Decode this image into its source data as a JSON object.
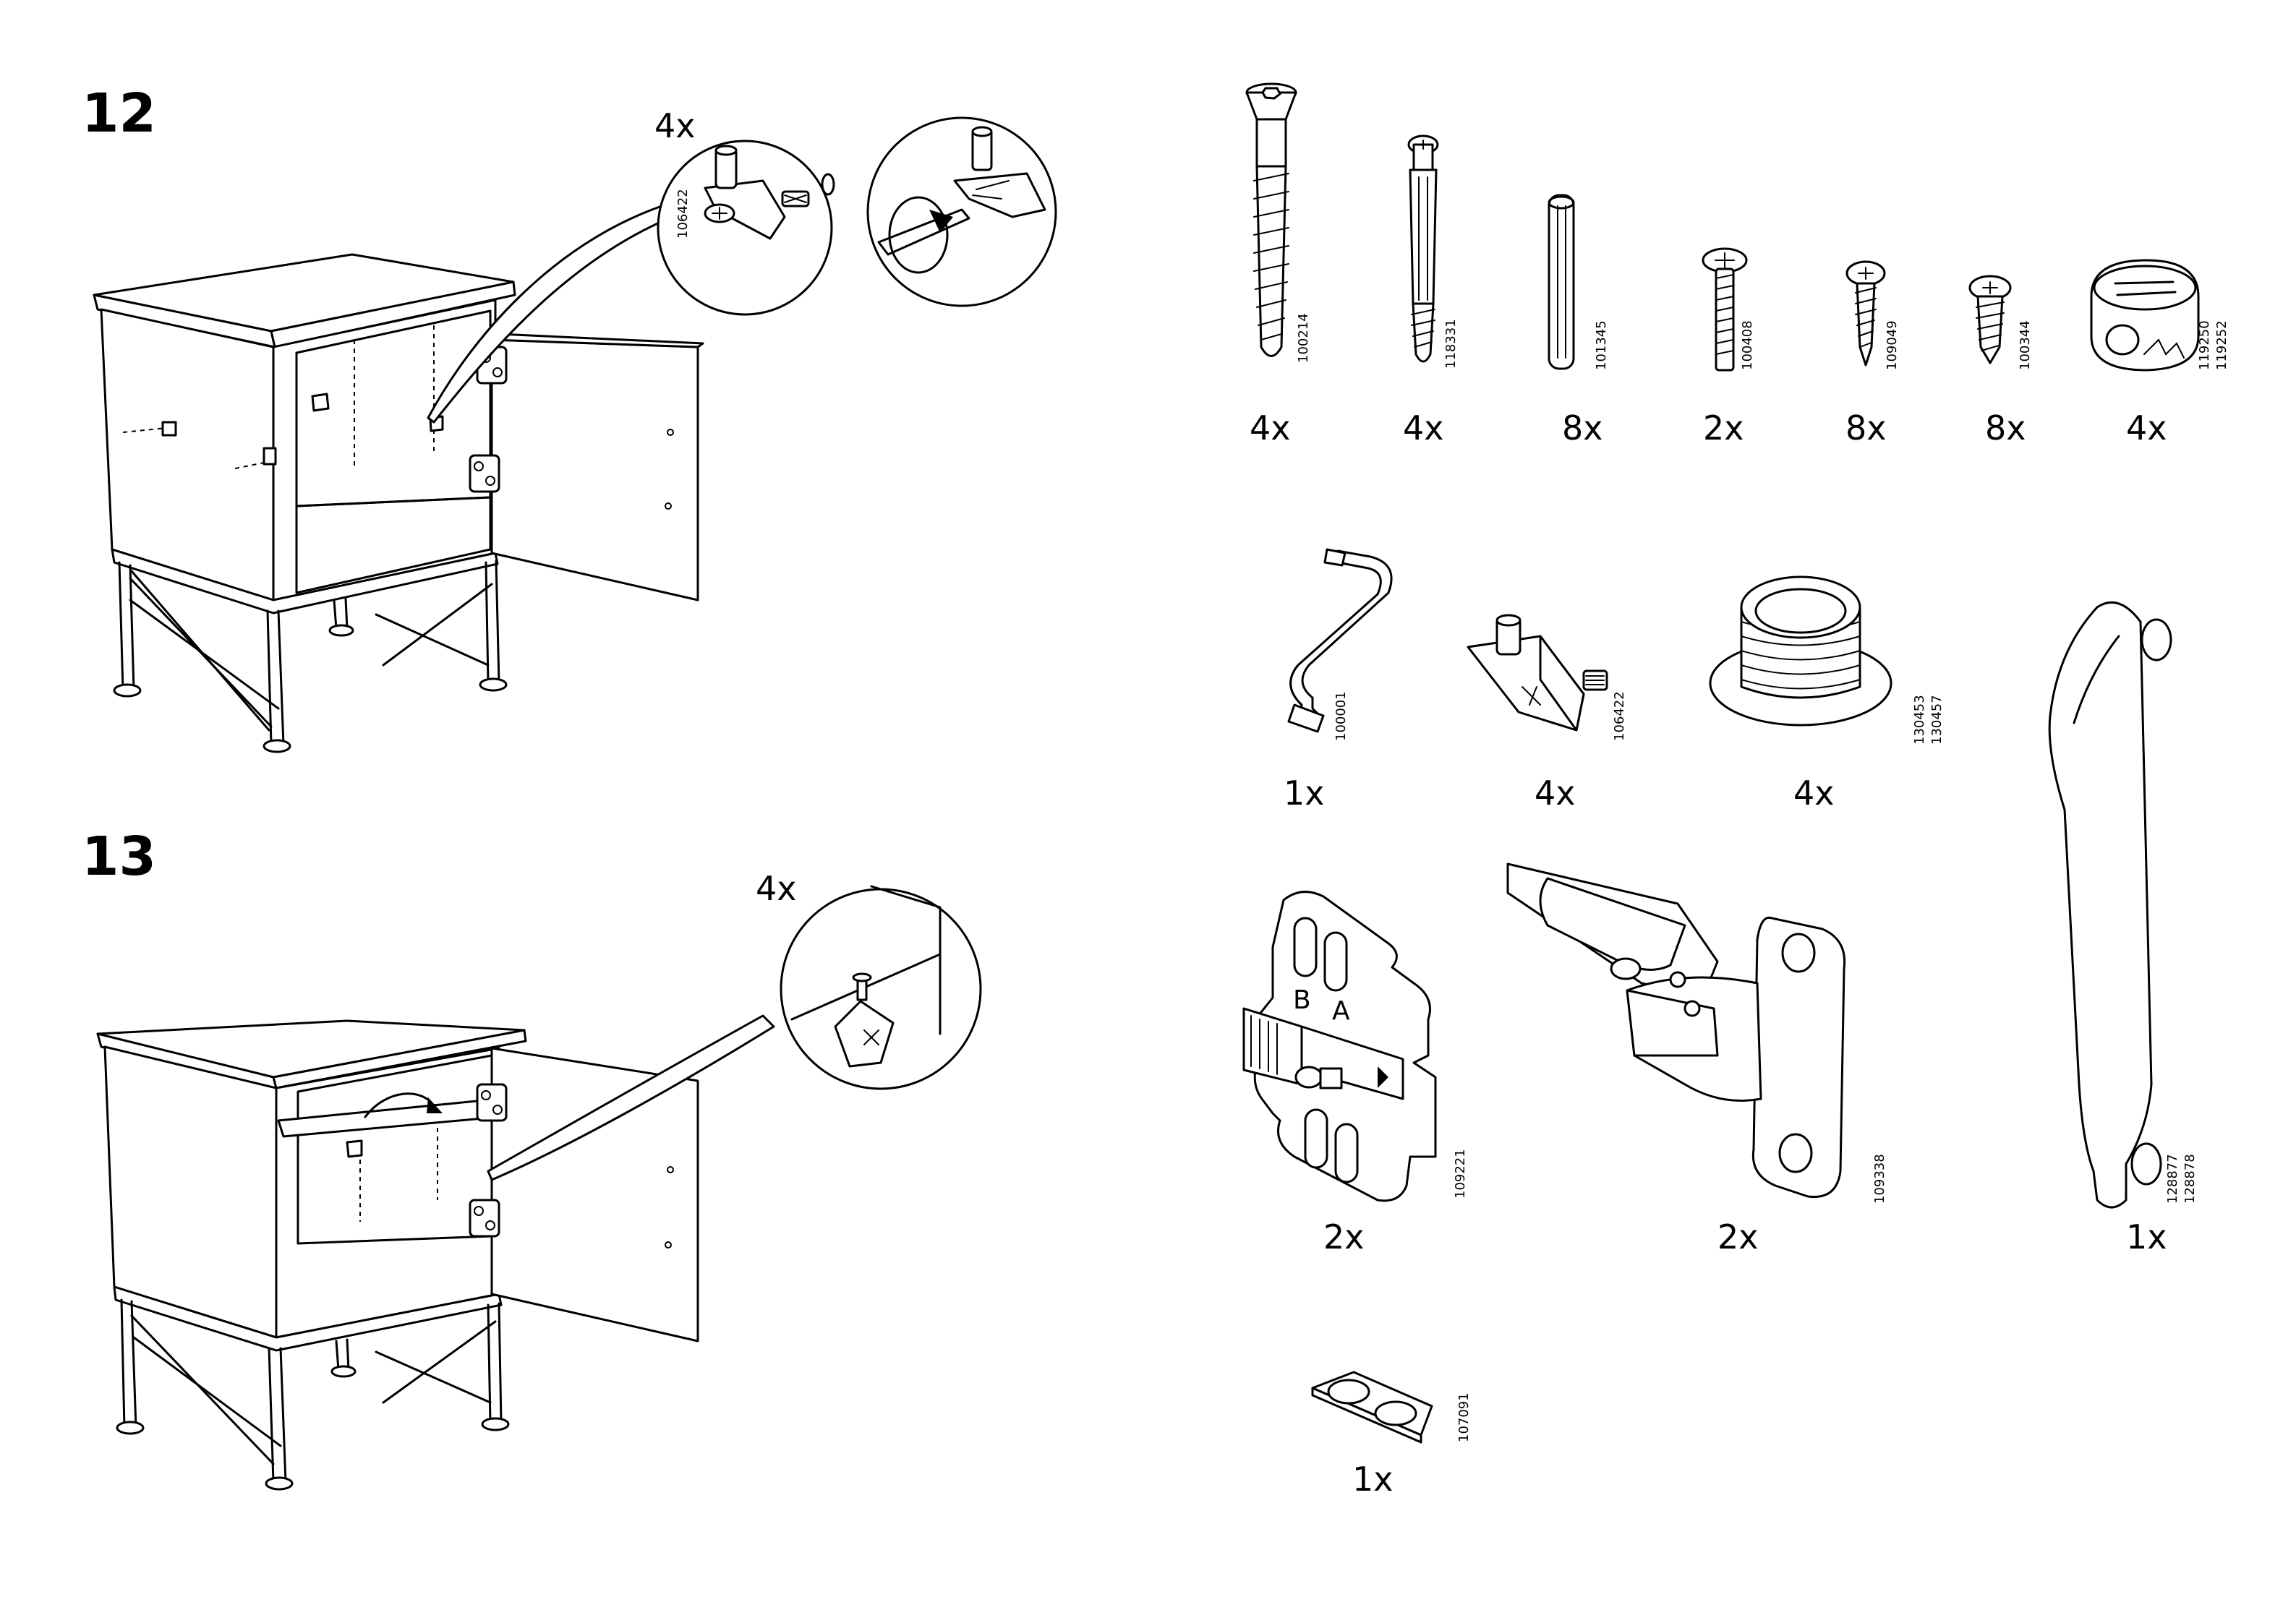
{
  "steps": [
    {
      "number": "12",
      "callout_qty": "4x",
      "callout_part": "106422"
    },
    {
      "number": "13",
      "callout_qty": "4x"
    }
  ],
  "parts": [
    {
      "id": "cam-bolt-long",
      "icon": "long-bolt-icon",
      "part_no": "100214",
      "qty": "4x"
    },
    {
      "id": "cam-bolt-dowel",
      "icon": "cam-dowel-icon",
      "part_no": "118331",
      "qty": "4x"
    },
    {
      "id": "wood-dowel",
      "icon": "wood-dowel-icon",
      "part_no": "101345",
      "qty": "8x"
    },
    {
      "id": "machine-screw",
      "icon": "machine-screw-icon",
      "part_no": "100408",
      "qty": "2x"
    },
    {
      "id": "wood-screw-small",
      "icon": "wood-screw-icon",
      "part_no": "109049",
      "qty": "8x"
    },
    {
      "id": "short-screw",
      "icon": "short-screw-icon",
      "part_no": "100344",
      "qty": "8x"
    },
    {
      "id": "cam-lock",
      "icon": "cam-lock-icon",
      "part_no_1": "119250",
      "part_no_2": "119252",
      "qty": "4x"
    },
    {
      "id": "allen-key",
      "icon": "allen-key-icon",
      "part_no": "100001",
      "qty": "1x"
    },
    {
      "id": "shelf-support",
      "icon": "shelf-support-icon",
      "part_no": "106422",
      "qty": "4x"
    },
    {
      "id": "foot",
      "icon": "adjustable-foot-icon",
      "part_no_1": "130453",
      "part_no_2": "130457",
      "qty": "4x"
    },
    {
      "id": "hinge-plate",
      "icon": "mounting-plate-icon",
      "part_no": "109221",
      "qty": "2x",
      "plate_letters": [
        "B",
        "A"
      ]
    },
    {
      "id": "hinge",
      "icon": "hinge-icon",
      "part_no": "109338",
      "qty": "2x"
    },
    {
      "id": "handle",
      "icon": "handle-icon",
      "part_no_1": "128877",
      "part_no_2": "128878",
      "qty": "1x"
    },
    {
      "id": "bumpers",
      "icon": "bumper-pads-icon",
      "part_no": "107091",
      "qty": "1x"
    }
  ]
}
